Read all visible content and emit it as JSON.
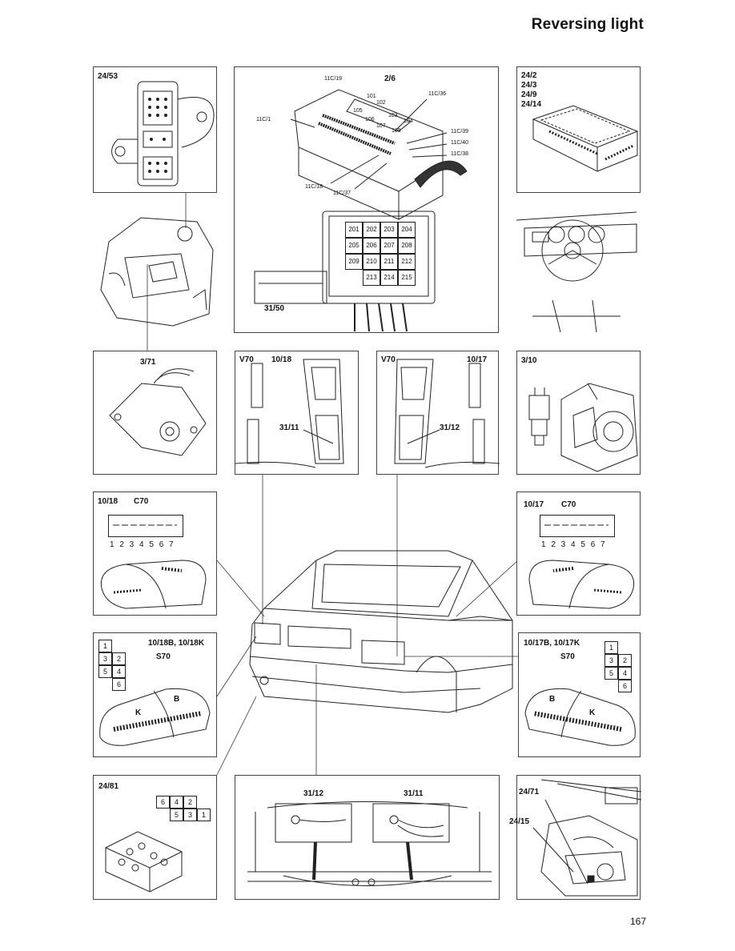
{
  "page": {
    "title": "Reversing light",
    "number": "167"
  },
  "panels": {
    "p2453": {
      "label": "24/53"
    },
    "p26": {
      "label": "2/6",
      "callouts": [
        "11C/19",
        "11C/36",
        "11C/1",
        "11C/39",
        "11C/40",
        "11C/38",
        "11C/18",
        "11C/37"
      ],
      "fuses_top": [
        "101",
        "102",
        "103",
        "104",
        "105",
        "106",
        "107",
        "108"
      ],
      "relays": [
        "201",
        "202",
        "203",
        "204",
        "205",
        "206",
        "207",
        "208",
        "209",
        "210",
        "211",
        "212",
        "213",
        "214",
        "215"
      ],
      "sub_label": "31/50"
    },
    "p242": {
      "labels": [
        "24/2",
        "24/3",
        "24/9",
        "24/14"
      ]
    },
    "p371": {
      "label": "3/71"
    },
    "p1018v": {
      "model": "V70",
      "label": "10/18",
      "sub": "31/11"
    },
    "p1017v": {
      "model": "V70",
      "label": "10/17",
      "sub": "31/12"
    },
    "p310": {
      "label": "3/10"
    },
    "p1018c": {
      "label": "10/18",
      "model": "C70",
      "pins": "1 2 3 4 5 6 7"
    },
    "p1017c": {
      "label": "10/17",
      "model": "C70",
      "pins": "1 2 3 4 5 6 7"
    },
    "p1018s": {
      "label": "10/18B, 10/18K",
      "model": "S70",
      "pins": [
        "1",
        "3",
        "2",
        "5",
        "4",
        "6"
      ],
      "b": "B",
      "k": "K"
    },
    "p1017s": {
      "label": "10/17B, 10/17K",
      "model": "S70",
      "pins": [
        "1",
        "3",
        "2",
        "5",
        "4",
        "6"
      ],
      "b": "B",
      "k": "K"
    },
    "p2481": {
      "label": "24/81",
      "row1": [
        "6",
        "4",
        "2"
      ],
      "row2": [
        "5",
        "3",
        "1"
      ]
    },
    "pground": {
      "left": "31/12",
      "right": "31/11"
    },
    "pengine": {
      "a": "24/71",
      "b": "24/15"
    }
  }
}
